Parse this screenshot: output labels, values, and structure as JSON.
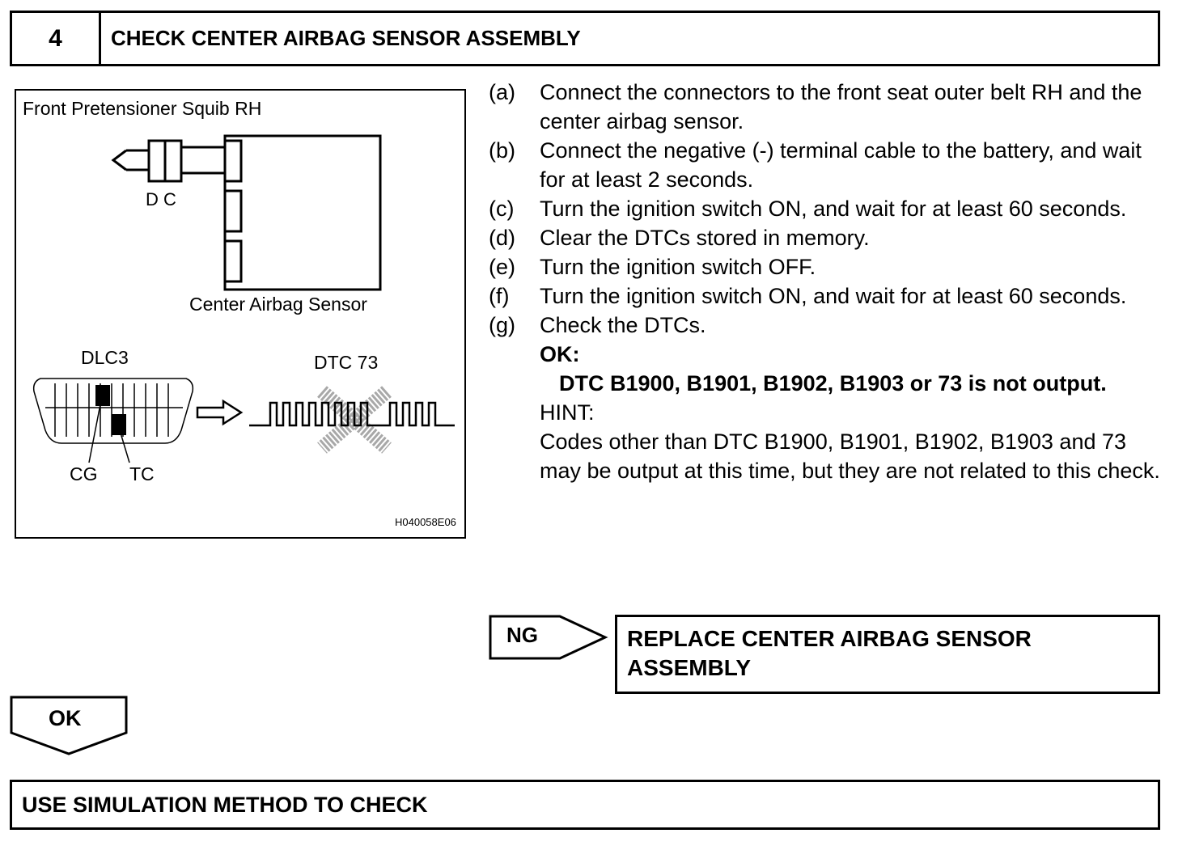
{
  "header": {
    "step_number": "4",
    "title": "CHECK CENTER AIRBAG SENSOR ASSEMBLY"
  },
  "figure": {
    "title": "Front Pretensioner Squib RH",
    "connector_label": "D C",
    "sensor_label": "Center Airbag Sensor",
    "dlc_label": "DLC3",
    "dtc_label": "DTC 73",
    "cg_label": "CG",
    "tc_label": "TC",
    "figure_code": "H040058E06"
  },
  "steps": [
    {
      "label": "(a)",
      "text": "Connect the connectors to the front seat outer belt RH and the center airbag sensor."
    },
    {
      "label": "(b)",
      "text": "Connect the negative (-) terminal cable to the battery, and wait for at least 2 seconds."
    },
    {
      "label": "(c)",
      "text": "Turn the ignition switch ON, and wait for at least 60 seconds."
    },
    {
      "label": "(d)",
      "text": "Clear the DTCs stored in memory."
    },
    {
      "label": "(e)",
      "text": "Turn the ignition switch OFF."
    },
    {
      "label": "(f)",
      "text": "Turn the ignition switch ON, and wait for at least 60 seconds."
    },
    {
      "label": "(g)",
      "text": "Check the DTCs."
    }
  ],
  "ok_block": {
    "title": "OK:",
    "text": "DTC B1900, B1901, B1902, B1903 or 73 is not output.",
    "hint_title": "HINT:",
    "hint_text": "Codes other than DTC B1900, B1901, B1902, B1903 and 73 may be output at this time, but they are not related to this check."
  },
  "ng": {
    "label": "NG",
    "result": "REPLACE CENTER AIRBAG SENSOR ASSEMBLY"
  },
  "ok": {
    "label": "OK"
  },
  "footer": {
    "text": "USE SIMULATION METHOD TO CHECK"
  }
}
